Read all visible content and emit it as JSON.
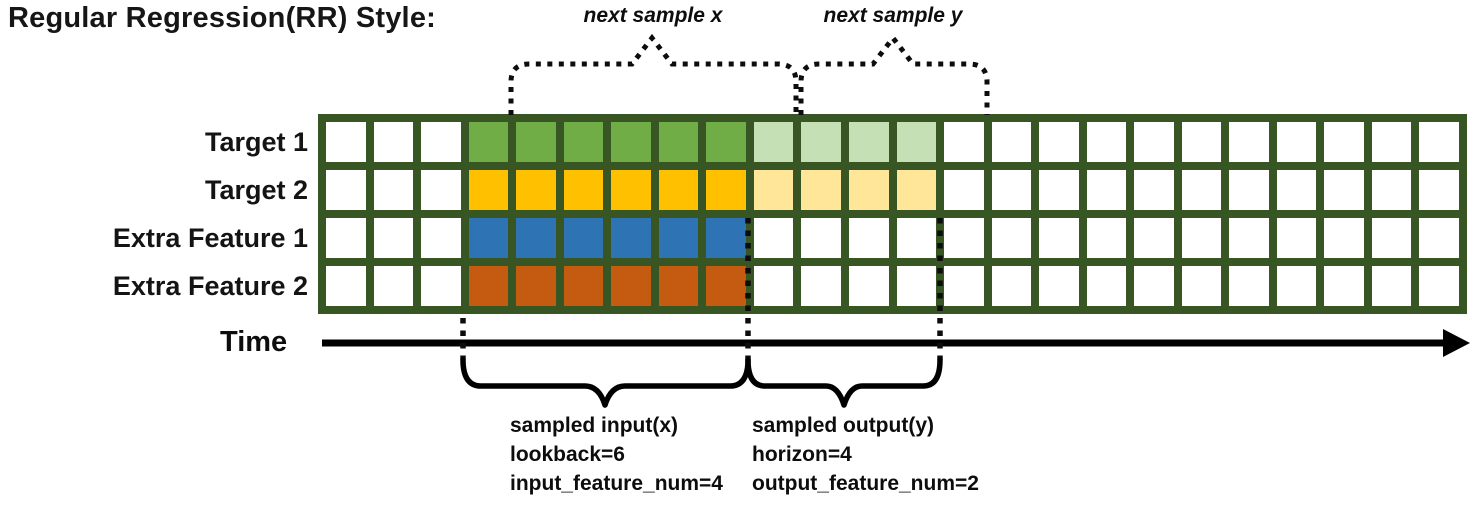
{
  "title": "Regular Regression(RR) Style:",
  "colors": {
    "grid_border": "#375623",
    "input_green": "#70AD47",
    "input_gold": "#FFC000",
    "input_blue": "#2E74B5",
    "input_orange": "#C55A11",
    "output_green": "#C5E0B4",
    "output_gold": "#FFE699",
    "cell_empty": "#FFFFFF",
    "annotation": "#000000"
  },
  "top_annotations": {
    "next_sample_x": "next sample x",
    "next_sample_y": "next sample y"
  },
  "grid": {
    "columns": 24,
    "input_start": 3,
    "lookback": 6,
    "horizon": 4,
    "input_feature_num": 4,
    "output_feature_num": 2,
    "rows": [
      {
        "label": "Target 1",
        "input_color": "input_green",
        "output_color": "output_green",
        "has_output": true
      },
      {
        "label": "Target 2",
        "input_color": "input_gold",
        "output_color": "output_gold",
        "has_output": true
      },
      {
        "label": "Extra Feature 1",
        "input_color": "input_blue",
        "output_color": null,
        "has_output": false
      },
      {
        "label": "Extra Feature 2",
        "input_color": "input_orange",
        "output_color": null,
        "has_output": false
      }
    ]
  },
  "time_axis": {
    "label": "Time"
  },
  "bottom_annotations": {
    "input": {
      "lines": [
        "sampled input(x)",
        "lookback=6",
        "input_feature_num=4"
      ]
    },
    "output": {
      "lines": [
        "sampled output(y)",
        "horizon=4",
        "output_feature_num=2"
      ]
    }
  }
}
